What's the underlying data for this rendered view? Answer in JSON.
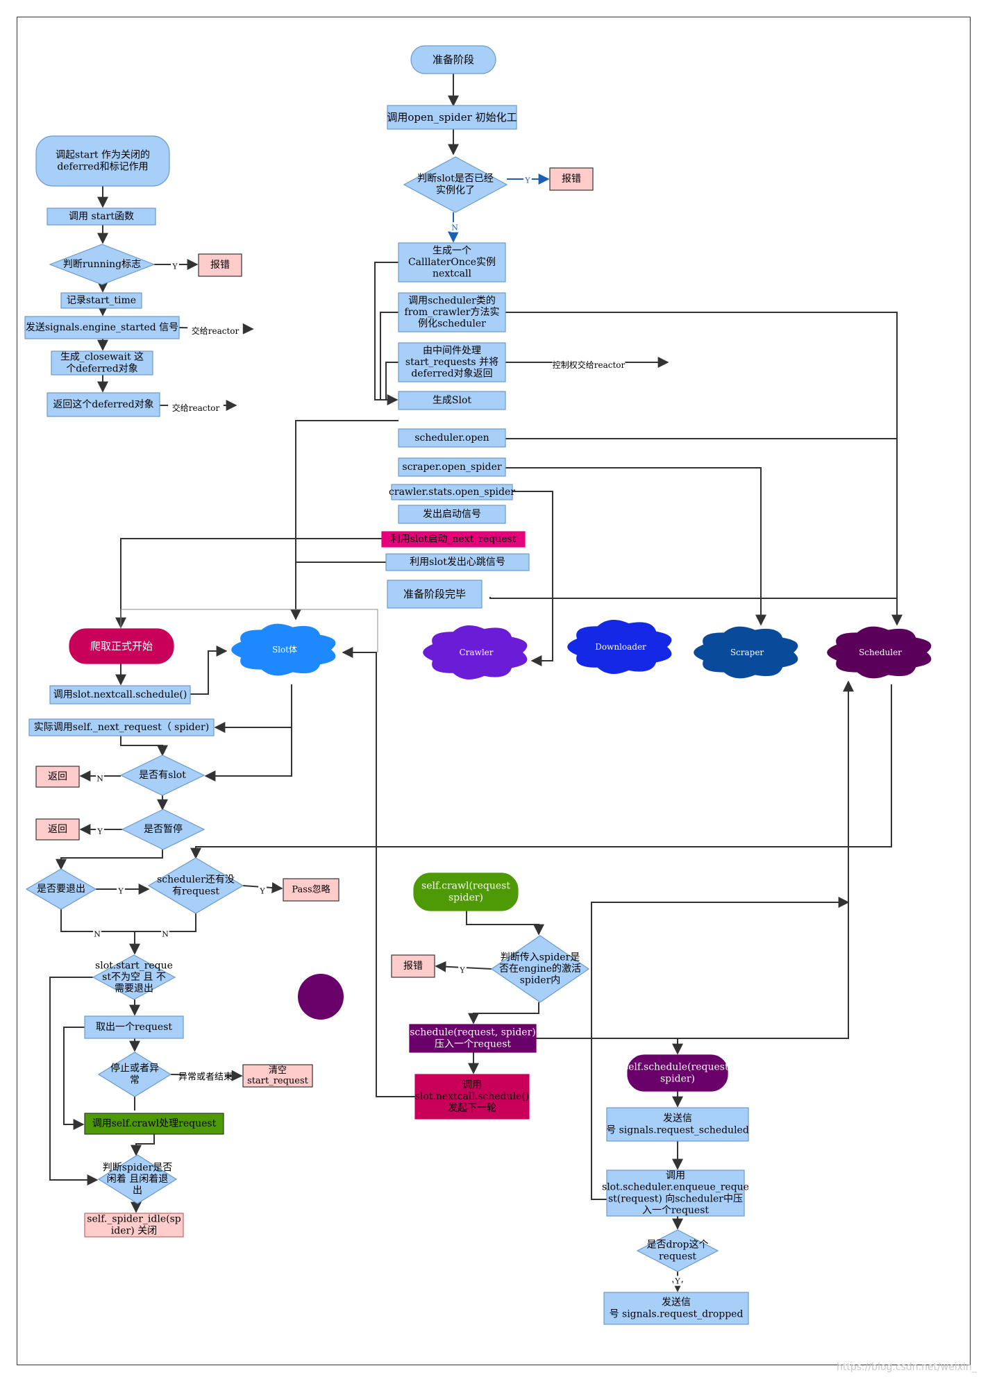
{
  "colors": {
    "blue": "#a8cff8",
    "blue_stroke": "#6a9acb",
    "pink": "#ffcccc",
    "pink_stroke": "#b86a6a",
    "magenta": "#e6007a",
    "crimson": "#c8005a",
    "green": "#4e9a06",
    "purple": "#6a006a",
    "cloud_slot": "#1e88ff",
    "cloud_crawler": "#6a1cd6",
    "cloud_downloader": "#1428e6",
    "cloud_scraper": "#0a4a9a",
    "cloud_scheduler": "#5a005a",
    "line": "#333333",
    "line_blue": "#1a5fb4"
  },
  "nodes": {
    "prep": "准备阶段",
    "open_spider": "调用open_spider 初始化工",
    "check_slot": "判断slot是否已经|实例化了",
    "err1": "报错",
    "gen_calllater": "生成一个|CalllaterOnce实例|nextcall",
    "sched_from_crawler": "调用scheduler类的|from_crawler方法实|例化scheduler",
    "middleware": "由中间件处理|start_requests 并将|deferred对象返回",
    "ctrl_reactor": "控制权交给reactor",
    "gen_slot": "生成Slot",
    "scheduler_open": "scheduler.open",
    "scraper_open": "scraper.open_spider",
    "stats_open": "crawler.stats.open_spider",
    "emit_start": "发出启动信号",
    "slot_next": "利用slot启动_next_request",
    "heartbeat": "利用slot发出心跳信号",
    "prep_done": "准备阶段完毕",
    "start_def": "调起start 作为关闭的|deferred和标记作用",
    "call_start": "调用 start函数",
    "check_running": "判断running标志",
    "err2": "报错",
    "record_time": "记录start_time",
    "send_started": "发送signals.engine_started 信号",
    "reactor1": "交给reactor",
    "gen_closewait": "生成_closewait 这|个deferred对象",
    "return_def": "返回这个deferred对象",
    "reactor2": "交给reactor",
    "crawl_start": "爬取正式开始",
    "slot_body": "Slot体",
    "crawler": "Crawler",
    "downloader": "Downloader",
    "scraper": "Scraper",
    "scheduler": "Scheduler",
    "nextcall_schedule": "调用slot.nextcall.schedule()",
    "actual_next": "实际调用self._next_request（ spider)",
    "has_slot": "是否有slot",
    "ret1": "返回",
    "paused": "是否暂停",
    "ret2": "返回",
    "quit": "是否要退出",
    "has_request": "scheduler还有没|有request",
    "pass": "Pass忽略",
    "start_req_check": "slot.start_reque|st不为空 且 不|需要退出",
    "take_req": "取出一个request",
    "stop_exc": "停止或者异|常",
    "exc_end": "异常或者结束",
    "clear": "清空|start_request",
    "call_crawl": "调用self.crawl处理request",
    "idle_check": "判断spider是否|闲着 且闲着退|出",
    "idle_close": "self._spider_idle(sp|ider) 关闭",
    "self_crawl": "self.crawl(request|spider)",
    "err3": "报错",
    "spider_active": "判断传入spider是|否在engine的激活|spider内",
    "schedule_push": "schedule(request, spider)|压入一个request",
    "call_next": "调用|slot.nextcall.schedule()|发起下一轮",
    "self_schedule": "self.schedule(request,|spider)",
    "signal_sched": "发送信|号 signals.request_scheduled",
    "enqueue": "调用|slot.scheduler.enqueue_reque|st(request) 向scheduler中压|入一个request",
    "drop_check": "是否drop这个|request",
    "signal_drop": "发送信|号 signals.request_dropped"
  },
  "edge_labels": {
    "y": "Y",
    "n": "N"
  },
  "watermark": "https://blog.csdn.net/weixin_"
}
